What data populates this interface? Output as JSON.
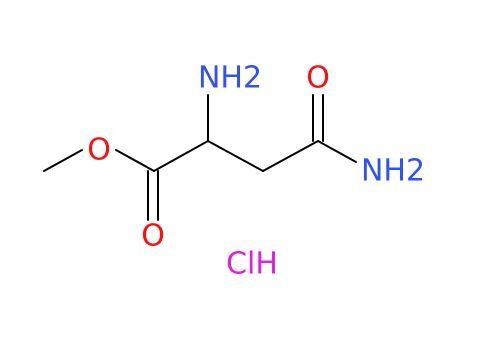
{
  "atoms": {
    "methoxy_oxygen": {
      "text": "O",
      "color": "#ff0d0d"
    },
    "ester_carbonyl_oxygen": {
      "text": "O",
      "color": "#ff0d0d"
    },
    "amide_carbonyl_oxygen": {
      "text": "O",
      "color": "#ff0d0d"
    },
    "alpha_amine": {
      "text": "NH2",
      "color": "#3050f8"
    },
    "amide_nitrogen": {
      "text": "NH2",
      "color": "#3050f8"
    }
  },
  "salt": {
    "text": "ClH",
    "color": "#e020e0"
  },
  "colors": {
    "bond": "#000000",
    "background": "#ffffff"
  }
}
